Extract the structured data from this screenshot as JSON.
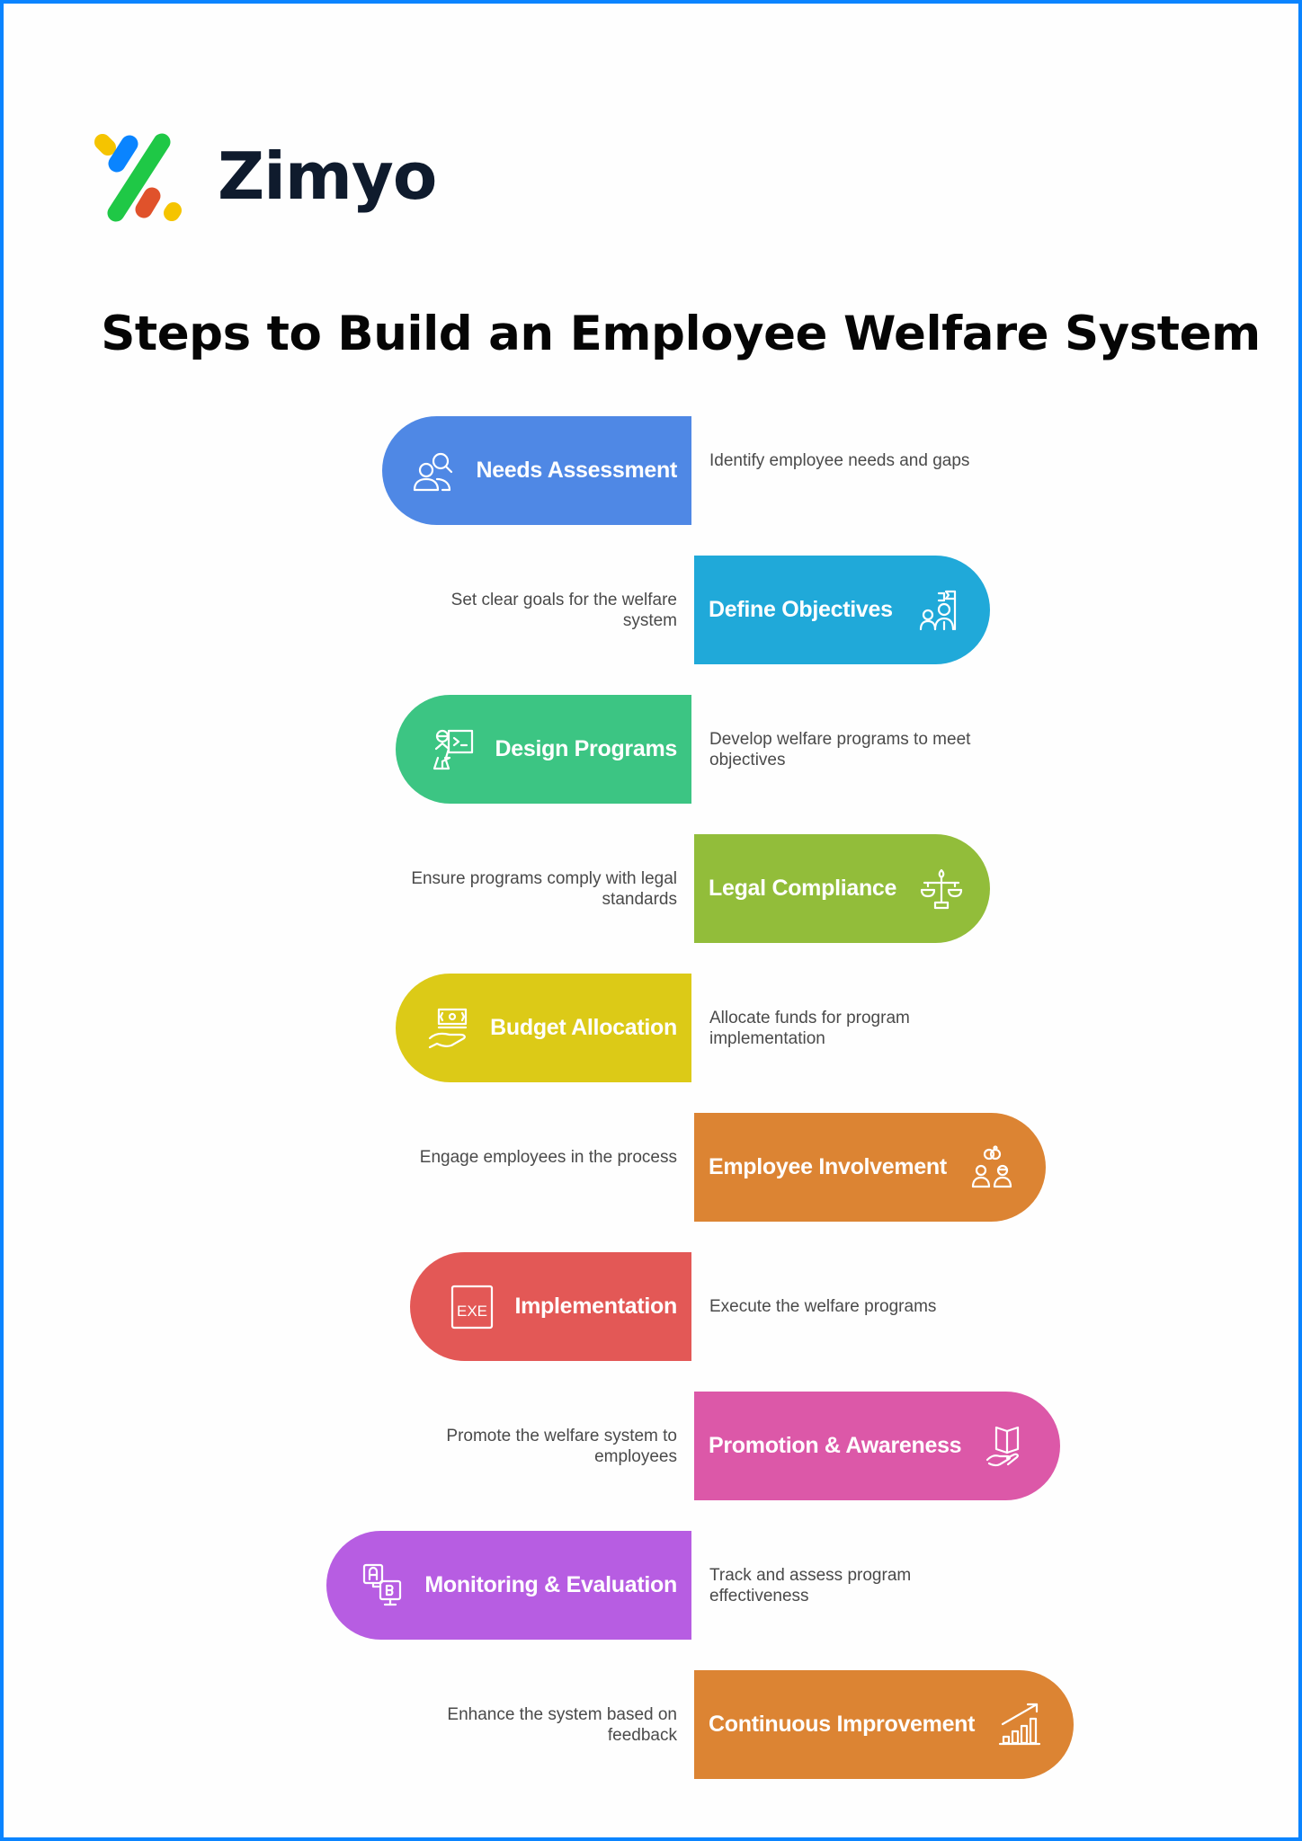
{
  "brand": {
    "name": "Zimyo",
    "logo_colors": [
      "#f5c400",
      "#0a84ff",
      "#1fc846",
      "#e0522b",
      "#f5c400"
    ]
  },
  "frame": {
    "border_color": "#0a84ff"
  },
  "title": "Steps to Build an Employee Welfare System",
  "steps": [
    {
      "label": "Needs Assessment",
      "description": "Identify employee needs and gaps",
      "color": "#4f88e5",
      "icon": "people-search-icon",
      "side": "left"
    },
    {
      "label": "Define Objectives",
      "description": "Set clear goals for the welfare system",
      "color": "#20a9d9",
      "icon": "team-flag-icon",
      "side": "right"
    },
    {
      "label": "Design Programs",
      "description": "Develop welfare programs to meet objectives",
      "color": "#3cc583",
      "icon": "presenter-code-icon",
      "side": "left"
    },
    {
      "label": "Legal Compliance",
      "description": "Ensure programs comply with legal standards",
      "color": "#92bd3a",
      "icon": "scales-icon",
      "side": "right"
    },
    {
      "label": "Budget Allocation",
      "description": "Allocate funds for program implementation",
      "color": "#dcca17",
      "icon": "money-hand-icon",
      "side": "left"
    },
    {
      "label": "Employee Involvement",
      "description": "Engage employees in the process",
      "color": "#dc8433",
      "icon": "linked-people-icon",
      "side": "right"
    },
    {
      "label": "Implementation",
      "description": "Execute the welfare programs",
      "color": "#e35856",
      "icon": "exe-file-icon",
      "side": "left"
    },
    {
      "label": "Promotion & Awareness",
      "description": "Promote the welfare system to employees",
      "color": "#dc58a8",
      "icon": "book-hand-icon",
      "side": "right"
    },
    {
      "label": "Monitoring & Evaluation",
      "description": "Track and assess program effectiveness",
      "color": "#b75de2",
      "icon": "ab-test-icon",
      "side": "left"
    },
    {
      "label": "Continuous Improvement",
      "description": "Enhance the system based on feedback",
      "color": "#dc8433",
      "icon": "growth-chart-icon",
      "side": "right"
    }
  ]
}
